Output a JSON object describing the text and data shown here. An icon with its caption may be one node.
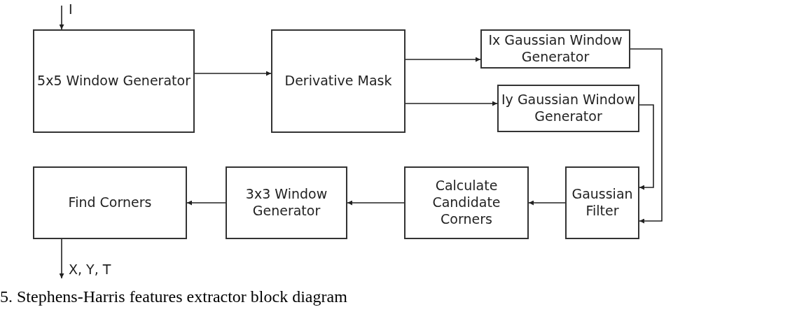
{
  "diagram": {
    "caption": "5. Stephens-Harris features extractor block diagram",
    "nodes": [
      {
        "text": [
          "5x5 Window Generator"
        ]
      },
      {
        "text": [
          "Derivative Mask"
        ]
      },
      {
        "text": [
          "Ix Gaussian Window Generator"
        ]
      },
      {
        "text": [
          "Iy Gaussian Window Generator"
        ]
      },
      {
        "text": [
          "Gaussian Filter"
        ]
      },
      {
        "text": [
          "Calculate Candidate Corners"
        ]
      },
      {
        "text": [
          "3x3 Window Generator"
        ]
      },
      {
        "text": [
          "Find Corners"
        ]
      }
    ],
    "edges": [
      {
        "from": null,
        "to": 0,
        "arrow": "to",
        "label": "I"
      },
      {
        "from": 0,
        "to": 1,
        "arrow": "to"
      },
      {
        "from": 1,
        "to": 2,
        "arrow": "to"
      },
      {
        "from": 1,
        "to": 3,
        "arrow": "to"
      },
      {
        "from": 2,
        "to": 4,
        "arrow": "to"
      },
      {
        "from": 3,
        "to": 4,
        "arrow": "to"
      },
      {
        "from": 4,
        "to": 5,
        "arrow": "to"
      },
      {
        "from": 5,
        "to": 6,
        "arrow": "to"
      },
      {
        "from": 6,
        "to": 7,
        "arrow": "to"
      },
      {
        "from": 7,
        "to": null,
        "arrow": "to",
        "label": "X, Y, T"
      }
    ]
  }
}
